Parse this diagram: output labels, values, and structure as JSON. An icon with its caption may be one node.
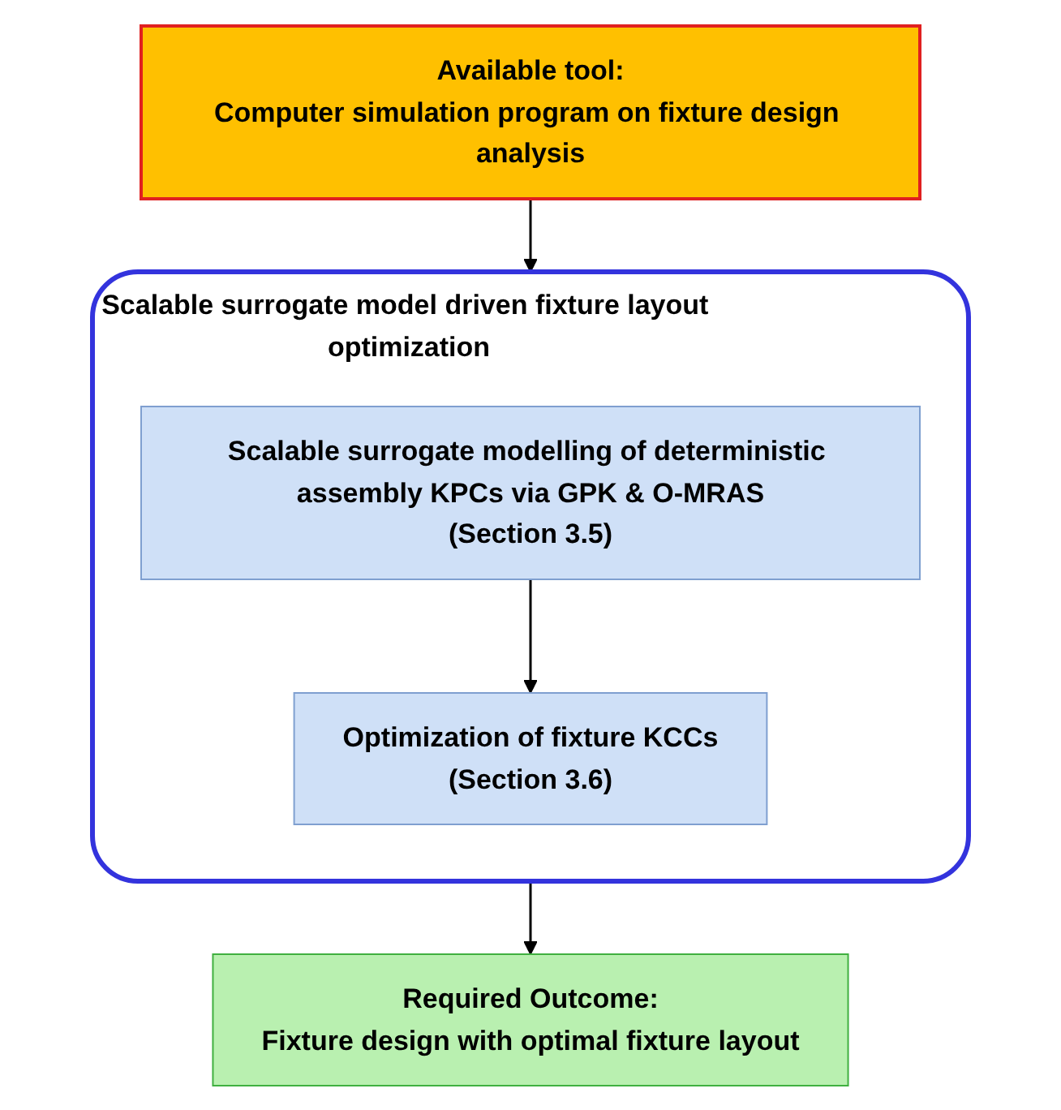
{
  "diagram": {
    "nodes": [
      {
        "text": [
          "Available tool:",
          "Computer simulation program on fixture design analysis"
        ]
      },
      {
        "text": [
          "Scalable surrogate model driven fixture layout optimization"
        ]
      },
      {
        "text": [
          "Scalable surrogate modelling of deterministic assembly KPCs via GPK & O-MRAS",
          "(Section 3.5)"
        ],
        "in": 1
      },
      {
        "text": [
          "Optimization of fixture KCCs",
          "(Section 3.6)"
        ],
        "in": 1
      },
      {
        "text": [
          "Required Outcome:",
          "Fixture design with optimal fixture layout"
        ]
      }
    ],
    "edges": [
      {
        "from": 0,
        "to": 1,
        "arrow": "to"
      },
      {
        "from": 2,
        "to": 3,
        "arrow": "to"
      },
      {
        "from": 1,
        "to": 4,
        "arrow": "to"
      }
    ]
  }
}
